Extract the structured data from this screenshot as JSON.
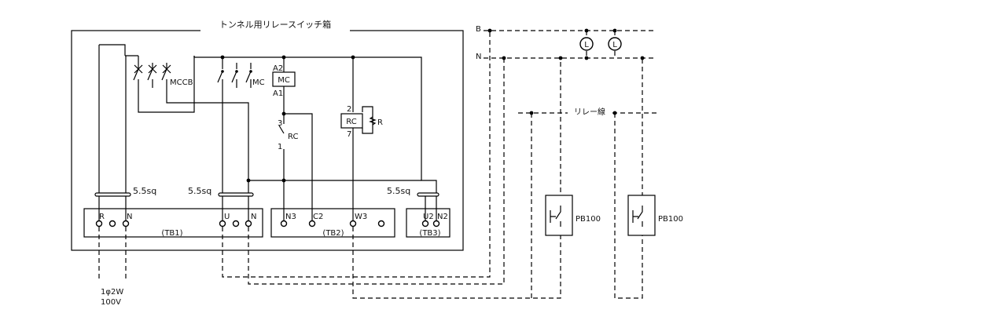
{
  "title": "トンネル用リレースイッチ箱",
  "lines": {
    "b": "B",
    "n": "N",
    "relay": "リレー線"
  },
  "lamps": [
    "L",
    "L"
  ],
  "mccb": "MCCB",
  "mc": "MC",
  "mc_coil": {
    "label": "MC",
    "a2": "A2",
    "a1": "A1"
  },
  "rc_contact": {
    "label": "RC",
    "top": "3",
    "bottom": "1"
  },
  "rc_coil": {
    "label": "RC",
    "top": "2",
    "bottom": "7",
    "r": "R"
  },
  "wire_sizes": [
    "5.5sq",
    "5.5sq",
    "5.5sq"
  ],
  "tb1": {
    "name": "(TB1)",
    "terminals": [
      "R",
      "N",
      "U",
      "N"
    ]
  },
  "tb2": {
    "name": "(TB2)",
    "terminals": [
      "N3",
      "C2",
      "W3"
    ]
  },
  "tb3": {
    "name": "(TB3)",
    "terminals": [
      "U2",
      "N2"
    ]
  },
  "pushbuttons": [
    "PB100",
    "PB100"
  ],
  "supply": {
    "line1": "1φ2W",
    "line2": "100V"
  }
}
